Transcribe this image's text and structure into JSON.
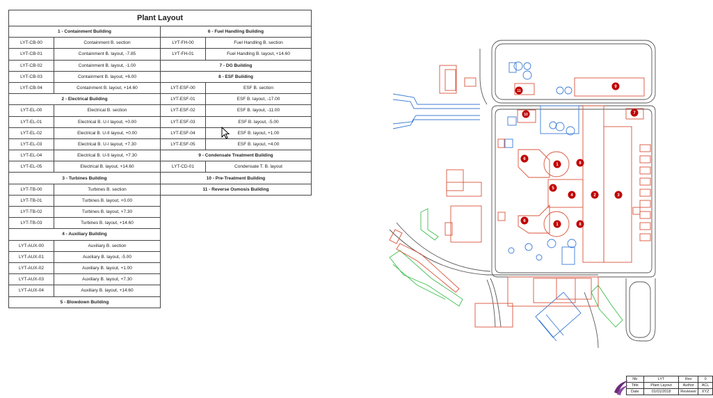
{
  "title": "Plant Layout",
  "sections_left": [
    {
      "header": "1 - Containment Building",
      "rows": [
        [
          "LYT-CB-00",
          "Containment B. section"
        ],
        [
          "LYT-CB-01",
          "Containment B. layout, -7.85"
        ],
        [
          "LYT-CB-02",
          "Containment B. layout, -1.00"
        ],
        [
          "LYT-CB-03",
          "Containment B. layout, +6.00"
        ],
        [
          "LYT-CB-04",
          "Containment B. layout, +14.60"
        ]
      ]
    },
    {
      "header": "2 - Electrical Building",
      "rows": [
        [
          "LYT-EL-00",
          "Electrical B. section"
        ],
        [
          "LYT-EL-01",
          "Electrical B. U-I layout, +0.00"
        ],
        [
          "LYT-EL-02",
          "Electrical B. U-II layout, +0.00"
        ],
        [
          "LYT-EL-03",
          "Electrical B. U-I layout, +7.30"
        ],
        [
          "LYT-EL-04",
          "Electrical B. U-II layout, +7.30"
        ],
        [
          "LYT-EL-05",
          "Electrical B. layout, +14.60"
        ]
      ]
    },
    {
      "header": "3 - Turbines Building",
      "rows": [
        [
          "LYT-TB-00",
          "Turbines B. section"
        ],
        [
          "LYT-TB-01",
          "Turbines B. layout, +0.00"
        ],
        [
          "LYT-TB-02",
          "Turbines B. layout, +7.30"
        ],
        [
          "LYT-TB-03",
          "Turbines B. layout, +14.60"
        ]
      ]
    },
    {
      "header": "4 - Auxiliary Building",
      "rows": [
        [
          "LYT-AUX-00",
          "Auxiliary B. section"
        ],
        [
          "LYT-AUX-01",
          "Auxiliary B. layout, -5.00"
        ],
        [
          "LYT-AUX-02",
          "Auxiliary B. layout, +1.00"
        ],
        [
          "LYT-AUX-03",
          "Auxiliary B. layout, +7.30"
        ],
        [
          "LYT-AUX-04",
          "Auxiliary B. layout, +14.60"
        ]
      ]
    },
    {
      "header": "5 - Blowdown Building",
      "rows": []
    }
  ],
  "sections_right": [
    {
      "header": "6 - Fuel Handling Building",
      "rows": [
        [
          "LYT-FH-00",
          "Fuel Handling B. section"
        ],
        [
          "LYT-FH-01",
          "Fuel Handling B. layout, +14.60"
        ]
      ]
    },
    {
      "header": "7 - DG Building",
      "rows": []
    },
    {
      "header": "8 - ESF Building",
      "rows": [
        [
          "LYT-ESF-00",
          "ESF B. section"
        ],
        [
          "LYT-ESF-01",
          "ESF B. layout, -17.00"
        ],
        [
          "LYT-ESF-02",
          "ESF B. layout, -11.00"
        ],
        [
          "LYT-ESF-03",
          "ESF B. layout, -5.00"
        ],
        [
          "LYT-ESF-04",
          "ESF B. layout, +1.00"
        ],
        [
          "LYT-ESF-05",
          "ESF B. layout, +4.00"
        ]
      ]
    },
    {
      "header": "9 - Condensate Treatment Building",
      "rows": [
        [
          "LYT-CD-01",
          "Condensate T. B. layout"
        ]
      ]
    },
    {
      "header": "10 - Pre-Treatment Building",
      "rows": []
    },
    {
      "header": "11 - Reverse Osmosis Building",
      "rows": []
    }
  ],
  "plan_markers": [
    "1",
    "1",
    "2",
    "3",
    "4",
    "5",
    "6",
    "6",
    "7",
    "8",
    "8",
    "9",
    "10",
    "11"
  ],
  "colors": {
    "building": "#d9533a",
    "blue": "#3a7bd5",
    "green": "#3fbf4f",
    "road": "#555555",
    "marker": "#c00000"
  },
  "titleblock": {
    "nb_label": "Nb",
    "nb_value": "LYT",
    "rev_label": "Rev",
    "rev_value": "0",
    "title_label": "Title",
    "title_value": "Plant Layout",
    "author_label": "Author",
    "author_value": "ACL",
    "date_label": "Date",
    "date_value": "01/01/2018",
    "reviewer_label": "Reviewer",
    "reviewer_value": "XYZ"
  }
}
